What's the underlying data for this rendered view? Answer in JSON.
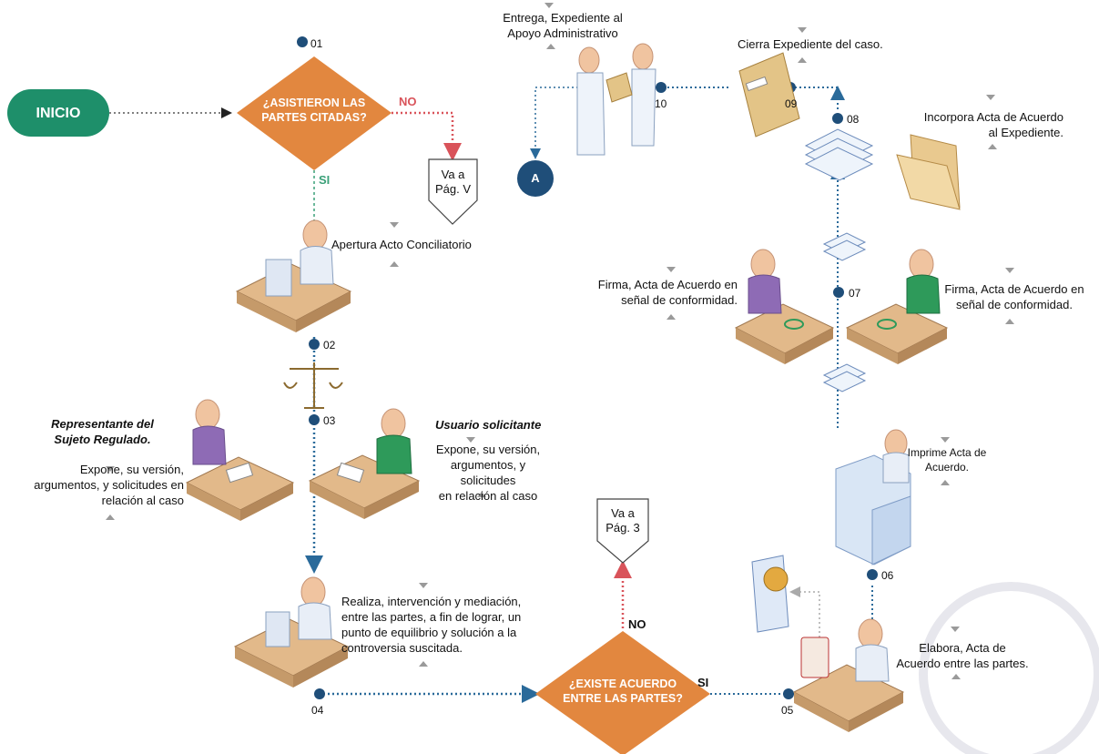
{
  "start": {
    "label": "INICIO"
  },
  "decision1": {
    "line1": "¿ASISTIERON LAS",
    "line2": "PARTES CITADAS?",
    "no_label": "NO",
    "yes_label": "SI"
  },
  "offpage1": {
    "line1": "Va a",
    "line2": "Pág. V"
  },
  "decision2": {
    "line1": "¿EXISTE ACUERDO",
    "line2": "ENTRE LAS PARTES?",
    "no_label": "NO",
    "yes_label": "SI"
  },
  "offpage2": {
    "line1": "Va a",
    "line2": "Pág. 3"
  },
  "connector": {
    "label": "A"
  },
  "steps": [
    {
      "num": "01"
    },
    {
      "num": "02"
    },
    {
      "num": "03"
    },
    {
      "num": "04"
    },
    {
      "num": "05"
    },
    {
      "num": "06"
    },
    {
      "num": "07"
    },
    {
      "num": "08"
    },
    {
      "num": "09"
    },
    {
      "num": "10"
    }
  ],
  "texts": {
    "apertura": "Apertura Acto Conciliatorio",
    "rep_title1": "Representante del",
    "rep_title2": "Sujeto Regulado.",
    "rep_body1": "Expone, su versión,",
    "rep_body2": "argumentos, y solicitudes en",
    "rep_body3": "relación al caso",
    "usr_title": "Usuario solicitante",
    "usr_body1": "Expone, su versión,",
    "usr_body2": "argumentos, y solicitudes",
    "usr_body3": "en relación al caso",
    "realiza1": "Realiza, intervención y mediación,",
    "realiza2": "entre las partes, a fin de lograr, un",
    "realiza3": "punto de equilibrio y solución a la",
    "realiza4": "controversia suscitada.",
    "elabora1": "Elabora, Acta de",
    "elabora2": "Acuerdo entre las partes.",
    "imprime1": "Imprime Acta de",
    "imprime2": "Acuerdo.",
    "firma_l1": "Firma, Acta de Acuerdo en",
    "firma_l2": "señal de conformidad.",
    "firma_r1": "Firma, Acta de Acuerdo en",
    "firma_r2": "señal de conformidad.",
    "incorpora1": "Incorpora Acta de Acuerdo",
    "incorpora2": "al Expediente.",
    "cierra": "Cierra Expediente del caso.",
    "entrega1": "Entrega, Expediente al",
    "entrega2": "Apoyo Administrativo"
  },
  "colors": {
    "start": "#1e8f6a",
    "decision": "#e2873f",
    "flow": "#2a6a9a",
    "no": "#d9535a",
    "yes": "#3aa078",
    "stepdot": "#1f4e79"
  }
}
